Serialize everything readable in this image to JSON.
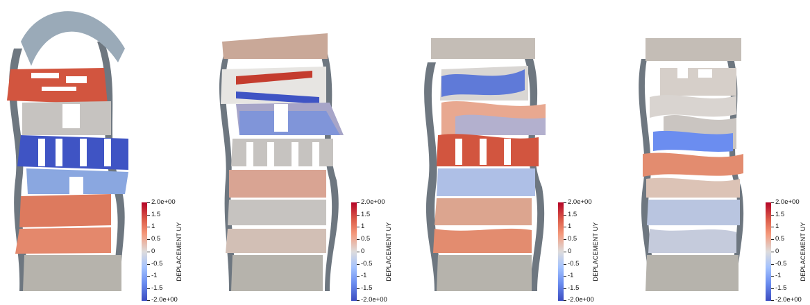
{
  "colorbar": {
    "title": "DEPLACEMENT UY",
    "ticks": [
      "2.0e+00",
      "1.5",
      "1",
      "0.5",
      "0",
      "-0.5",
      "-1",
      "-1.5",
      "-2.0e+00"
    ],
    "range": [
      -2.0,
      2.0
    ],
    "colors": {
      "max": "#b40426",
      "mid": "#dddcdc",
      "min": "#3b4cc0"
    }
  },
  "panels": [
    {
      "id": "mode-1"
    },
    {
      "id": "mode-2"
    },
    {
      "id": "mode-3"
    },
    {
      "id": "mode-4"
    }
  ]
}
